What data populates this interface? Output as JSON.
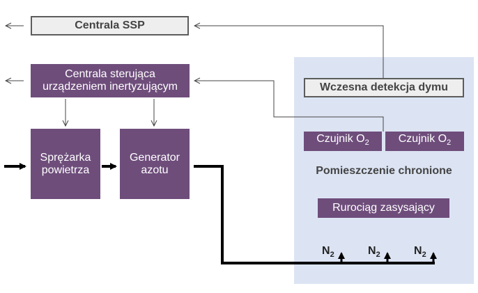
{
  "boxes": {
    "centrala_ssp": "Centrala SSP",
    "centrala_sterujaca_line1": "Centrala sterująca",
    "centrala_sterujaca_line2": "urządzeniem inertyzującym",
    "wczesna_detekcja": "Wczesna detekcja dymu",
    "czujnik_1": "Czujnik O",
    "czujnik_2": "Czujnik O",
    "czujnik_sub": "2",
    "sprezarka_line1": "Sprężarka",
    "sprezarka_line2": "powietrza",
    "generator_line1": "Generator",
    "generator_line2": "azotu",
    "rurociag": "Rurociąg zasysający"
  },
  "zone": {
    "label": "Pomieszczenie chronione"
  },
  "nozzles": [
    {
      "label": "N",
      "sub": "2"
    },
    {
      "label": "N",
      "sub": "2"
    },
    {
      "label": "N",
      "sub": "2"
    }
  ],
  "colors": {
    "purple": "#6e4d7b",
    "zone": "#dce4f3",
    "gray_box": "#eeeeee",
    "line": "#000000"
  }
}
